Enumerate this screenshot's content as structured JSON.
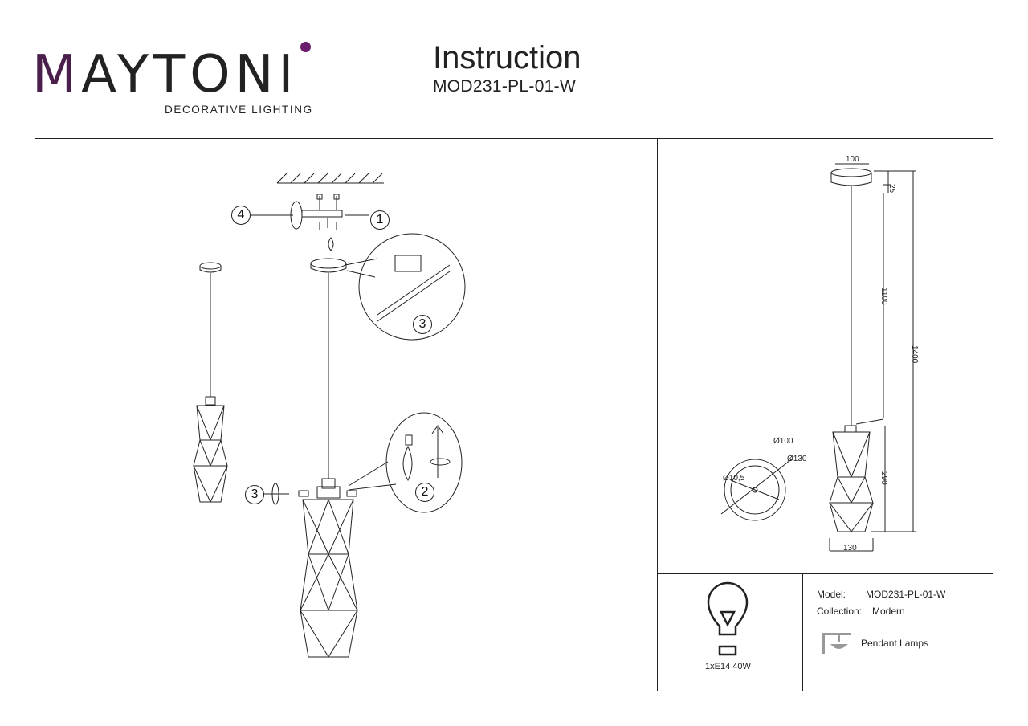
{
  "brand": {
    "name_rest": "AYTONI",
    "name_first": "M",
    "tagline": "DECORATIVE LIGHTING"
  },
  "header": {
    "title": "Instruction",
    "model_code": "MOD231-PL-01-W"
  },
  "steps": {
    "s1": "1",
    "s2": "2",
    "s3a": "3",
    "s3b": "3",
    "s4": "4"
  },
  "dimensions": {
    "canopy_width": "100",
    "canopy_height": "25",
    "cord_length": "1100",
    "total_height": "1400",
    "shade_height": "290",
    "shade_width": "130",
    "diam_inner": "Ø100",
    "diam_outer": "Ø130",
    "diam_hole": "Ø10,5"
  },
  "specs": {
    "bulb": "1xE14 40W",
    "model_label": "Model:",
    "model_value": "MOD231-PL-01-W",
    "collection_label": "Collection:",
    "collection_value": "Modern",
    "category": "Pendant Lamps"
  },
  "colors": {
    "brand_purple": "#6a1d6d",
    "line": "#222222"
  }
}
